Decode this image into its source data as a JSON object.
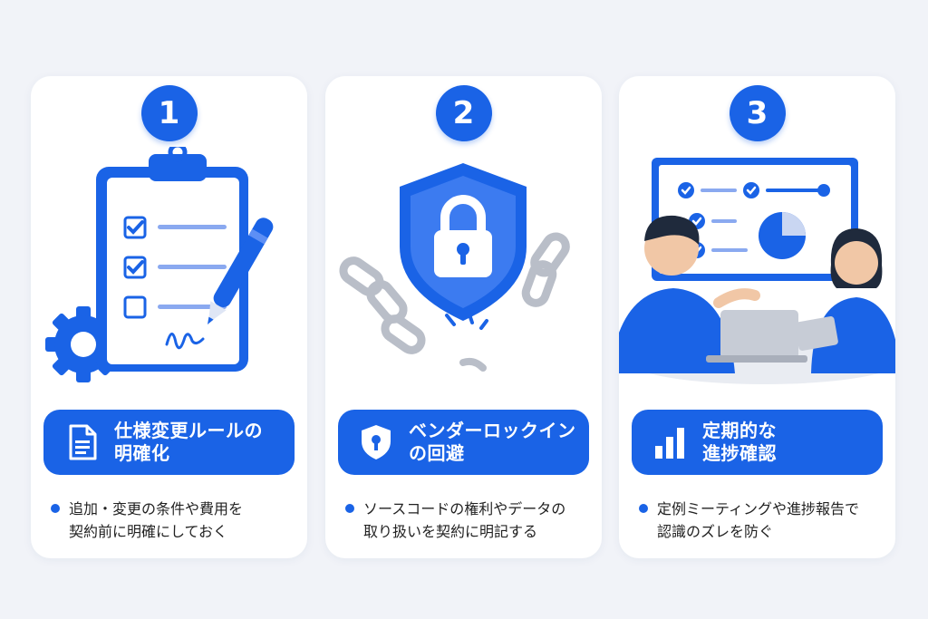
{
  "cards": [
    {
      "number": "1",
      "title_line1": "仕様変更ルールの",
      "title_line2": "明確化",
      "description_line1": "追加・変更の条件や費用を",
      "description_line2": "契約前に明確にしておく",
      "icon": "document-icon",
      "illustration": "clipboard-checklist-pen-gear"
    },
    {
      "number": "2",
      "title_line1": "ベンダーロックイン",
      "title_line2": "の回避",
      "description_line1": "ソースコードの権利やデータの",
      "description_line2": "取り扱いを契約に明記する",
      "icon": "shield-lock-icon",
      "illustration": "shield-padlock-broken-chain"
    },
    {
      "number": "3",
      "title_line1": "定期的な",
      "title_line2": "進捗確認",
      "description_line1": "定例ミーティングや進捗報告で",
      "description_line2": "認識のズレを防ぐ",
      "icon": "bar-chart-icon",
      "illustration": "meeting-with-progress-board"
    }
  ],
  "colors": {
    "accent": "#1a63e6",
    "background": "#f1f3f8",
    "card": "#ffffff",
    "text": "#222222"
  }
}
